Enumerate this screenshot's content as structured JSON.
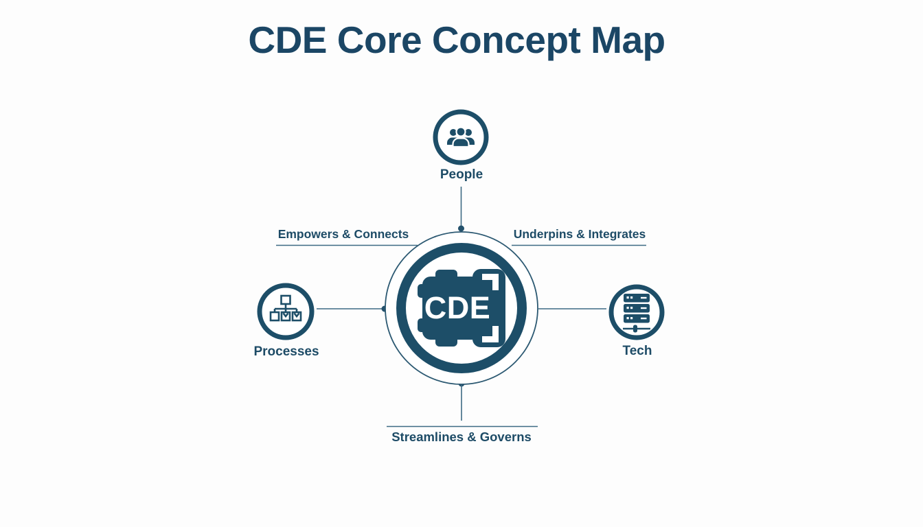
{
  "title": "CDE Core Concept Map",
  "center": {
    "label": "CDE",
    "icon": "cde-document-badge-icon"
  },
  "nodes": {
    "top": {
      "label": "People",
      "icon": "people-group-icon"
    },
    "left": {
      "label": "Processes",
      "icon": "workflow-checklist-icon"
    },
    "right": {
      "label": "Tech",
      "icon": "server-stack-icon"
    }
  },
  "edge_labels": {
    "upper_left": "Empowers & Connects",
    "upper_right": "Underpins & Integrates",
    "bottom": "Streamlines & Governs"
  },
  "colors": {
    "primary": "#1d4e68",
    "title_text": "#1b4665",
    "label_text": "#1d4b66",
    "connector_line": "#3d6a84",
    "center_icon_text": "#ffffff",
    "background": "#fdfdfd"
  }
}
